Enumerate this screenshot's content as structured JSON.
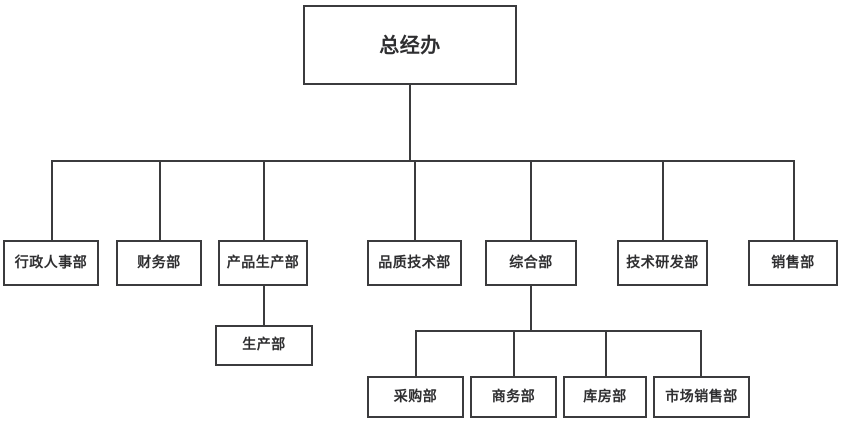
{
  "diagram": {
    "title": "总经办",
    "type": "org-chart",
    "border_color": "#3b3b3d",
    "background_color": "#ffffff",
    "text_color": "#2e2e30"
  },
  "root": {
    "label": "总经办"
  },
  "level1": [
    {
      "label": "行政人事部"
    },
    {
      "label": "财务部"
    },
    {
      "label": "产品生产部"
    },
    {
      "label": "品质技术部"
    },
    {
      "label": "综合部"
    },
    {
      "label": "技术研发部"
    },
    {
      "label": "销售部"
    }
  ],
  "level2": {
    "under_product": [
      {
        "label": "生产部"
      }
    ],
    "under_general": [
      {
        "label": "采购部"
      },
      {
        "label": "商务部"
      },
      {
        "label": "库房部"
      },
      {
        "label": "市场销售部"
      }
    ]
  }
}
